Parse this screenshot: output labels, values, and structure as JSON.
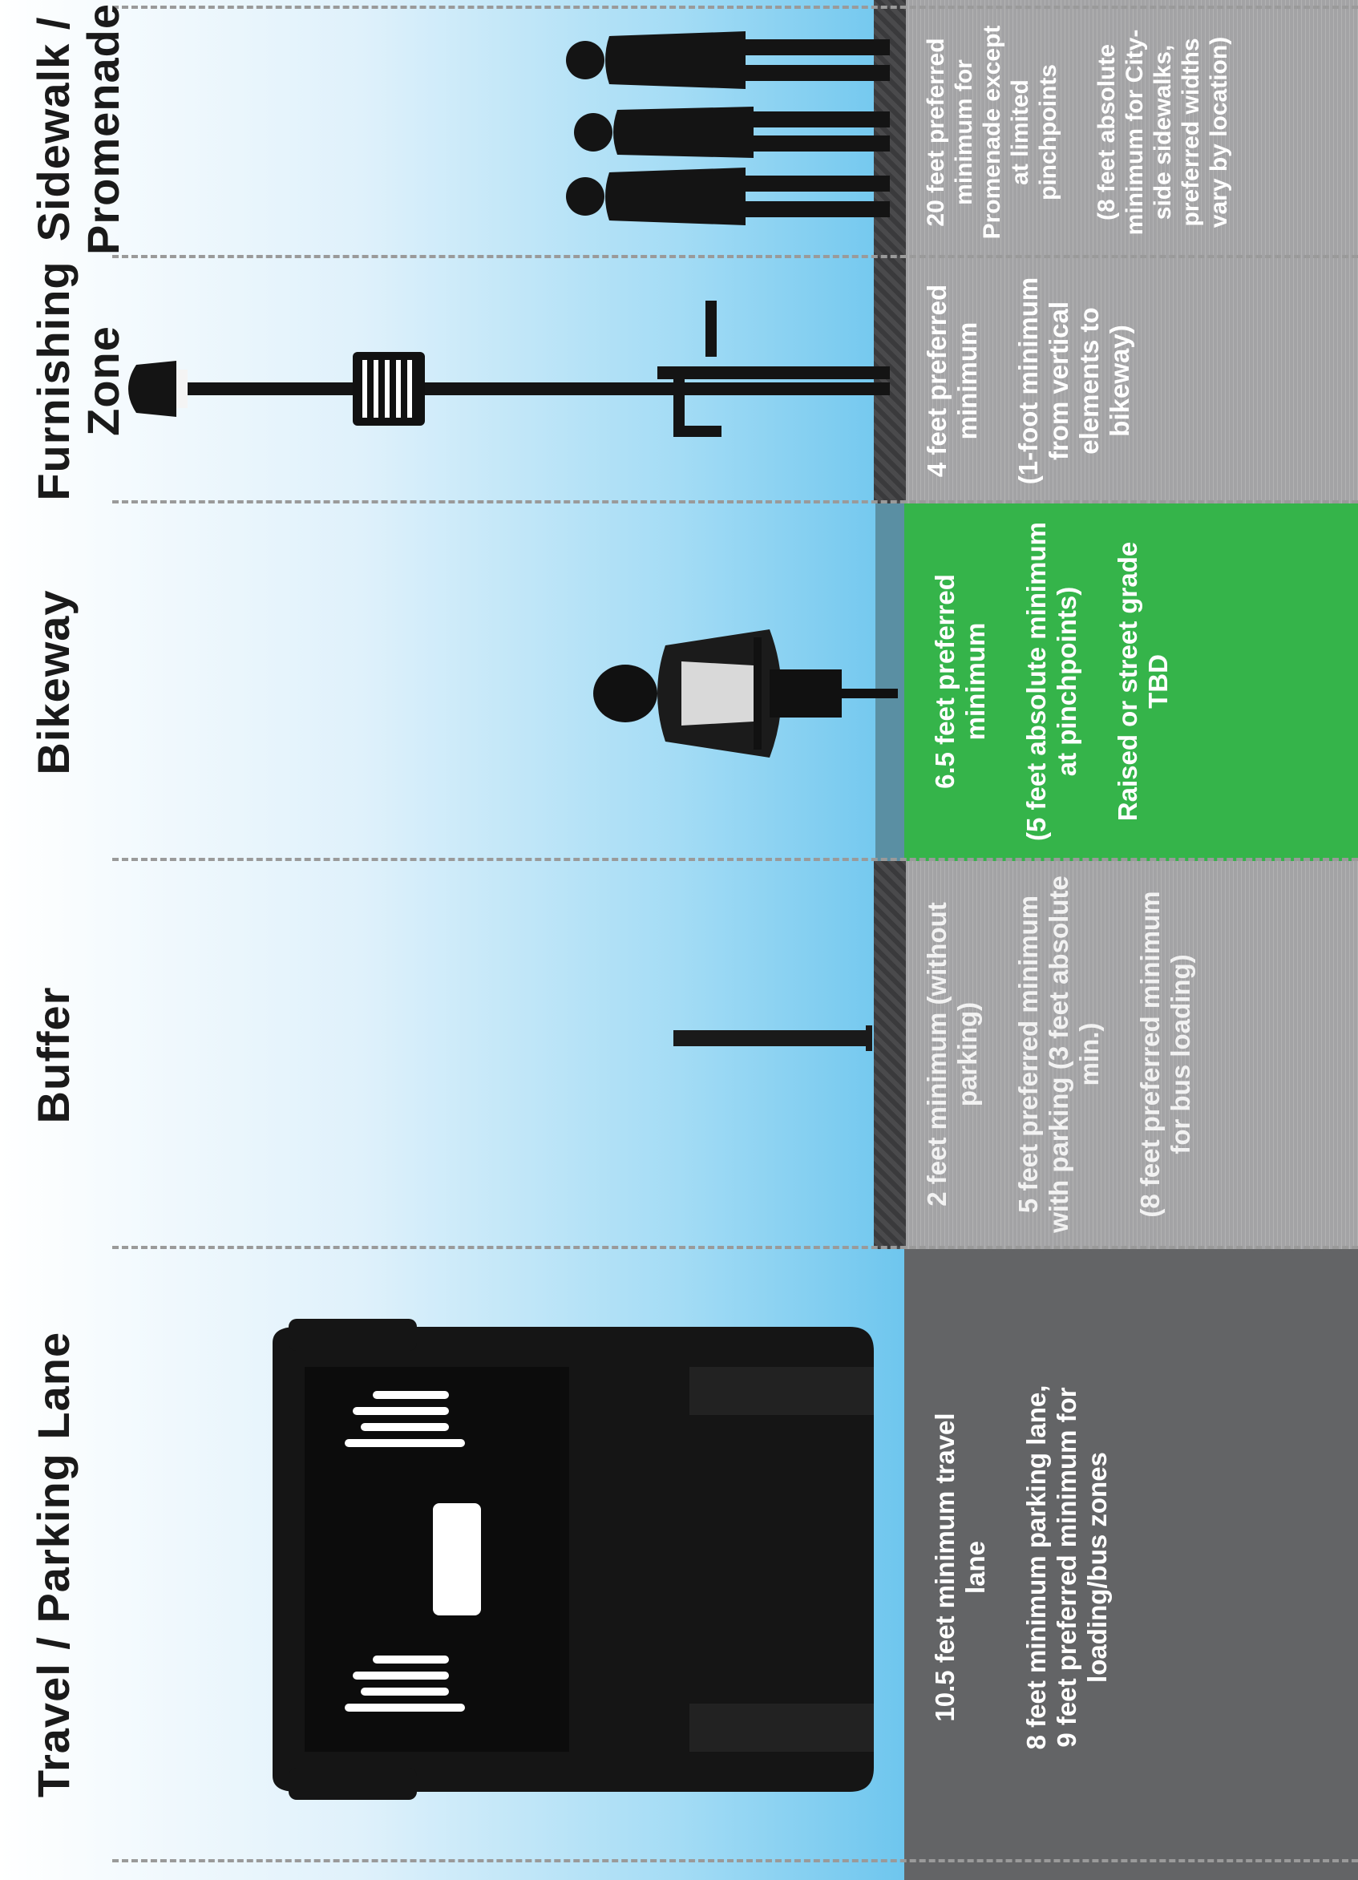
{
  "zones": [
    {
      "id": "travel",
      "title": "Travel / Parking Lane",
      "lines": [
        "10.5 feet minimum travel lane",
        "8 feet minimum parking lane, 9 feet preferred minimum for loading/bus zones"
      ]
    },
    {
      "id": "buffer",
      "title": "Buffer",
      "lines": [
        "2 feet minimum (without parking)",
        "5 feet preferred minimum with parking (3 feet absolute min.)",
        "(8 feet preferred minimum for bus loading)"
      ]
    },
    {
      "id": "bikeway",
      "title": "Bikeway",
      "lines": [
        "6.5 feet preferred minimum",
        "(5 feet absolute minimum at pinchpoints)",
        "Raised or street grade TBD"
      ]
    },
    {
      "id": "furnishing",
      "title": "Furnishing Zone",
      "lines": [
        "4 feet preferred minimum",
        "(1-foot minimum from vertical elements to bikeway)"
      ]
    },
    {
      "id": "sidewalk",
      "title": "Sidewalk / Promenade",
      "lines": [
        "20 feet preferred minimum for Promenade except at limited pinchpoints",
        "(8 feet absolute minimum for City-side sidewalks, preferred widths vary by location)"
      ]
    }
  ],
  "colors": {
    "bikeway_green": "#35b44a",
    "travel_gray": "#636466",
    "hatch_gray": "#a3a3a5",
    "sky_blue": "#6ec6ee"
  },
  "icons": [
    "bus-icon",
    "bollard-icon",
    "cyclist-icon",
    "streetlamp-icon",
    "bike-rack-icon",
    "pedestrians-icon"
  ]
}
